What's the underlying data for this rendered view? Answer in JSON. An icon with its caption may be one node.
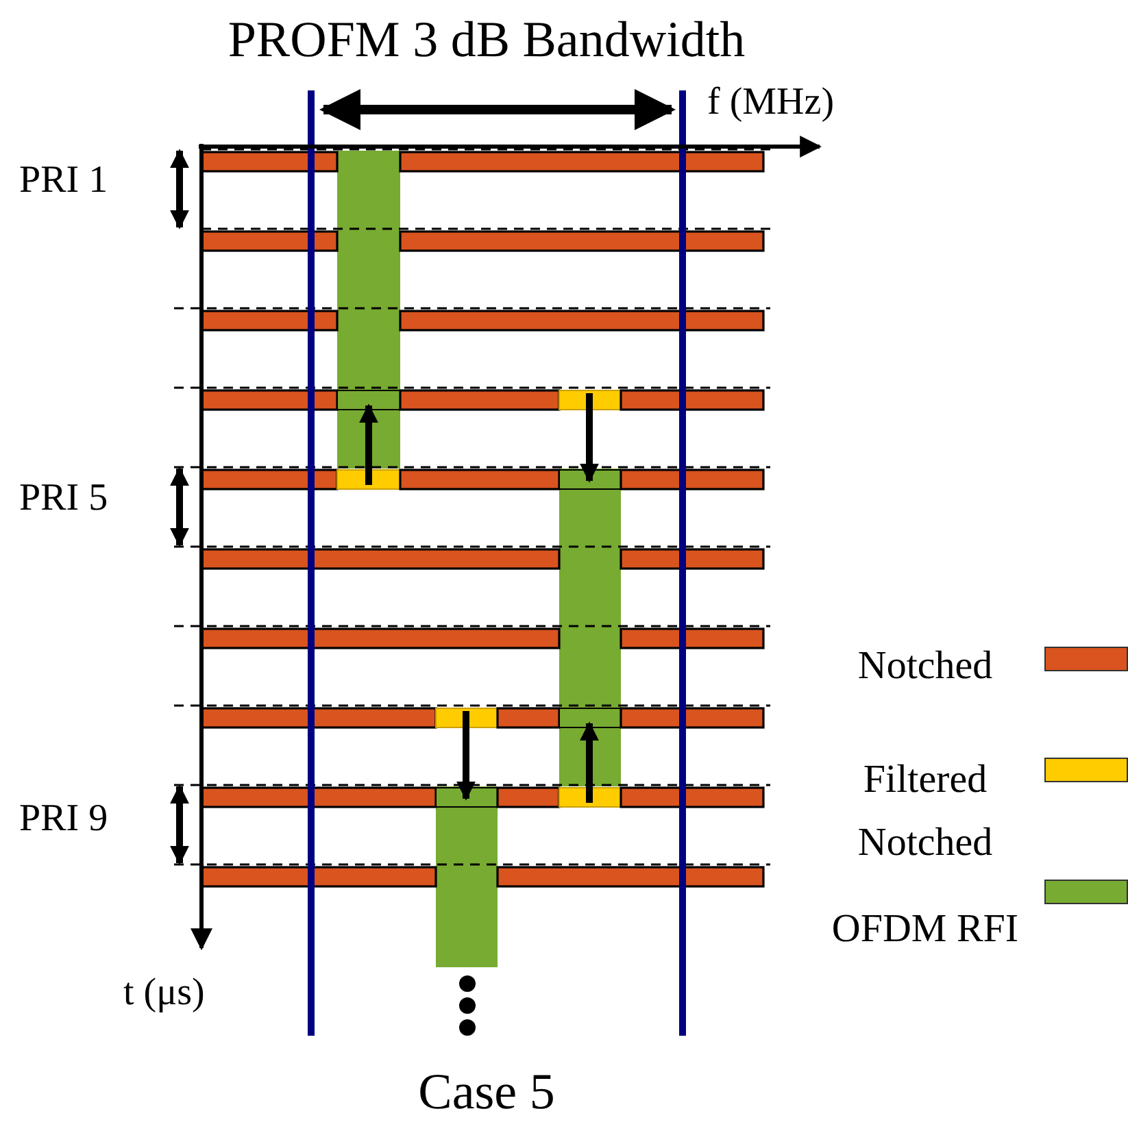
{
  "diagram": {
    "title": "PROFM 3 dB Bandwidth",
    "caption": "Case 5",
    "labels": [
      "f (MHz)",
      "PRI 1",
      "PRI 5",
      "PRI 9",
      "t (μs)"
    ],
    "legend": [
      {
        "text": "Notched",
        "color": "#d9541e"
      },
      {
        "text": "Filtered Notched",
        "color": "#ffcc00"
      },
      {
        "text": "OFDM RFI",
        "color": "#77ab31"
      }
    ]
  }
}
